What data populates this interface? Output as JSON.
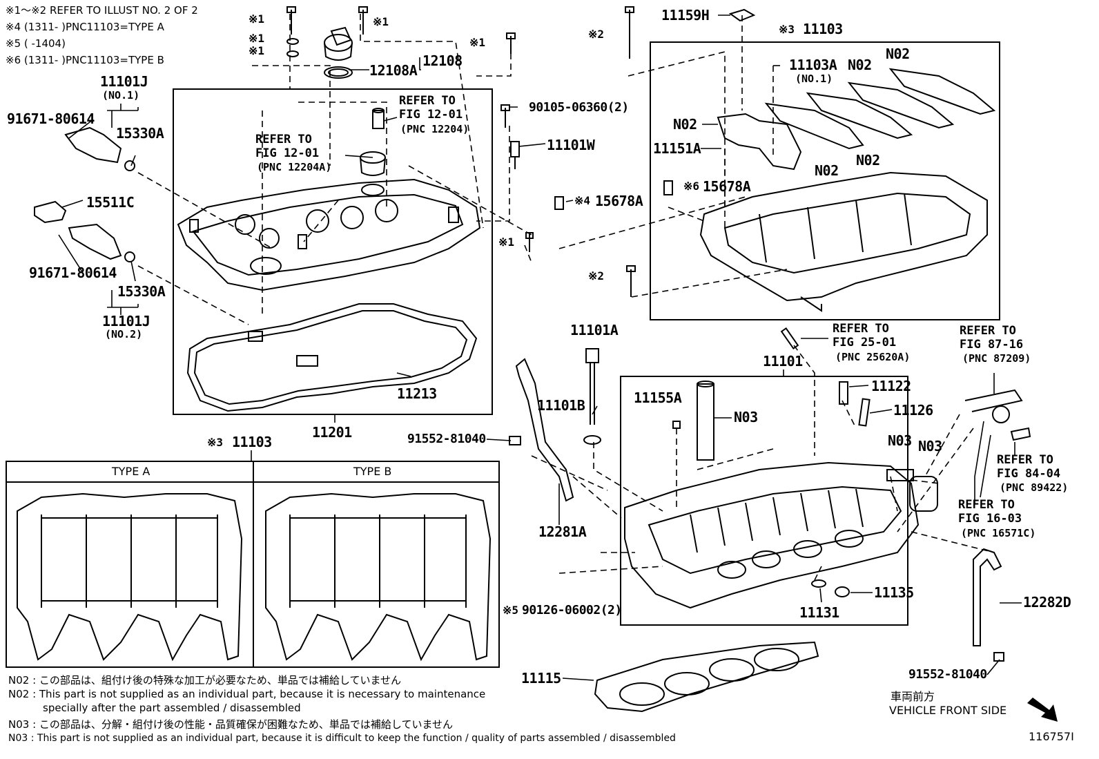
{
  "notes_top": [
    "※1〜※2 REFER TO ILLUST NO. 2 OF 2",
    "※4 (1311-      )PNC11103=TYPE A",
    "※5 (      -1404)",
    "※6 (1311-      )PNC11103=TYPE B"
  ],
  "labels": {
    "l_11101j_a": "11101J",
    "l_no1_a": "(NO.1)",
    "l_91671_a": "91671-80614",
    "l_15330a_a": "15330A",
    "l_15511c": "15511C",
    "l_91671_b": "91671-80614",
    "l_15330a_b": "15330A",
    "l_11101j_b": "11101J",
    "l_no2": "(NO.2)",
    "l_x1_a": "※1",
    "l_x1_b": "※1",
    "l_x1_c": "※1",
    "l_x1_d": "※1",
    "l_x1_e": "※1",
    "l_x1_f": "※1",
    "l_12108a": "12108A",
    "l_12108": "12108",
    "l_refer_1201a_1": "REFER TO",
    "l_refer_1201a_2": "FIG 12-01",
    "l_refer_1201a_3": "(PNC 12204)",
    "l_refer_1201b_1": "REFER TO",
    "l_refer_1201b_2": "FIG 12-01",
    "l_refer_1201b_3": "(PNC 12204A)",
    "l_90105": "90105-06360(2)",
    "l_11101w": "11101W",
    "l_15678a_x4": "※4",
    "l_15678a": "15678A",
    "l_x2_a": "※2",
    "l_11159h": "11159H",
    "l_x3_11103": "※3",
    "l_11103": "11103",
    "l_11103a": "11103A",
    "l_no1_b": "(NO.1)",
    "l_n02_a": "N02",
    "l_n02_b": "N02",
    "l_n02_c": "N02",
    "l_n02_d": "N02",
    "l_n02_e": "N02",
    "l_11151a": "11151A",
    "l_x6": "※6",
    "l_15678a_b": "15678A",
    "l_x2_b": "※2",
    "l_11213": "11213",
    "l_11201": "11201",
    "l_11101a": "11101A",
    "l_11101b": "11101B",
    "l_91552_a": "91552-81040",
    "l_refer_2501_1": "REFER TO",
    "l_refer_2501_2": "FIG 25-01",
    "l_refer_2501_3": "(PNC 25620A)",
    "l_11101": "11101",
    "l_refer_8716_1": "REFER TO",
    "l_refer_8716_2": "FIG 87-16",
    "l_refer_8716_3": "(PNC 87209)",
    "l_11155a": "11155A",
    "l_n03_a": "N03",
    "l_11122": "11122",
    "l_11126": "11126",
    "l_n03_b": "N03",
    "l_n03_c": "N03",
    "l_refer_8404_1": "REFER TO",
    "l_refer_8404_2": "FIG 84-04",
    "l_refer_8404_3": "(PNC 89422)",
    "l_refer_1603_1": "REFER TO",
    "l_refer_1603_2": "FIG 16-03",
    "l_refer_1603_3": "(PNC 16571C)",
    "l_x3_b": "※3",
    "l_11103_b": "11103",
    "l_12281a": "12281A",
    "l_x5": "※5",
    "l_90126": "90126-06002(2)",
    "l_11131": "11131",
    "l_11135": "11135",
    "l_12282d": "12282D",
    "l_91552_b": "91552-81040",
    "l_11115": "11115",
    "l_type_a": "TYPE A",
    "l_type_b": "TYPE B",
    "l_front_jp": "車両前方",
    "l_front_en": "VEHICLE FRONT SIDE",
    "l_illust_no": "116757I"
  },
  "notes_bottom": [
    "N02 : この部品は、組付け後の特殊な加工が必要なため、単品では補給していません",
    "N02 : This part is not supplied as an individual part, because it is necessary to maintenance",
    "specially after the part assembled / disassembled",
    "N03 : この部品は、分解・組付け後の性能・品質確保が困難なため、単品では補給していません",
    "N03 : This part is not supplied as an individual part, because it is difficult to keep the function / quality of parts  assembled / disassembled"
  ]
}
